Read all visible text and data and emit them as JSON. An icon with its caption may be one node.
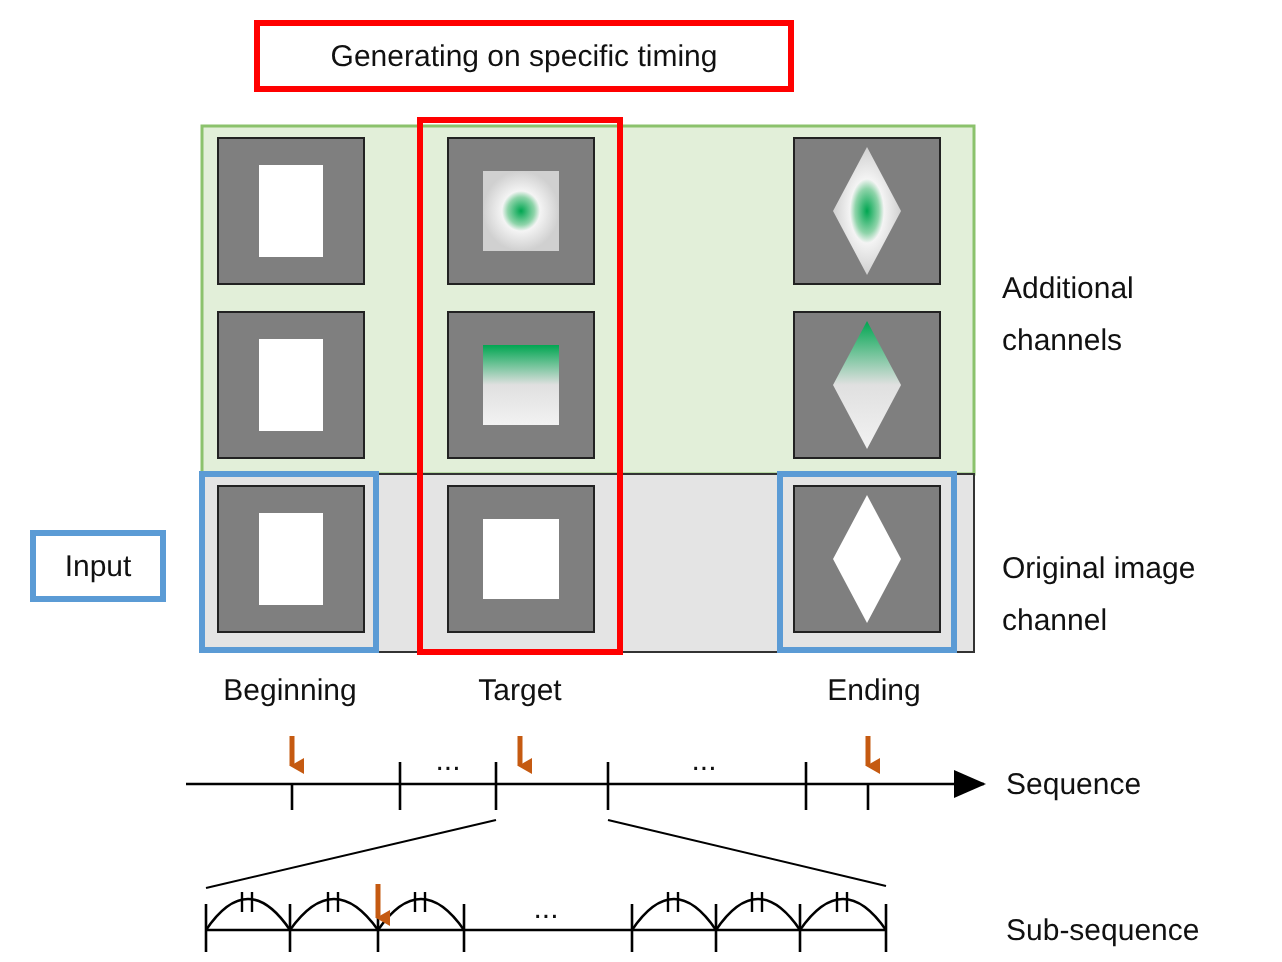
{
  "diagram": {
    "nodes": [
      {
        "text": [
          "Generating on specific timing"
        ]
      },
      {
        "text": [
          "Input"
        ]
      }
    ],
    "labels": [
      "Additional channels",
      "Original image channel",
      "Beginning",
      "Target",
      "Ending",
      "...",
      "...",
      "Sequence",
      "...",
      "Sub-sequence"
    ]
  }
}
